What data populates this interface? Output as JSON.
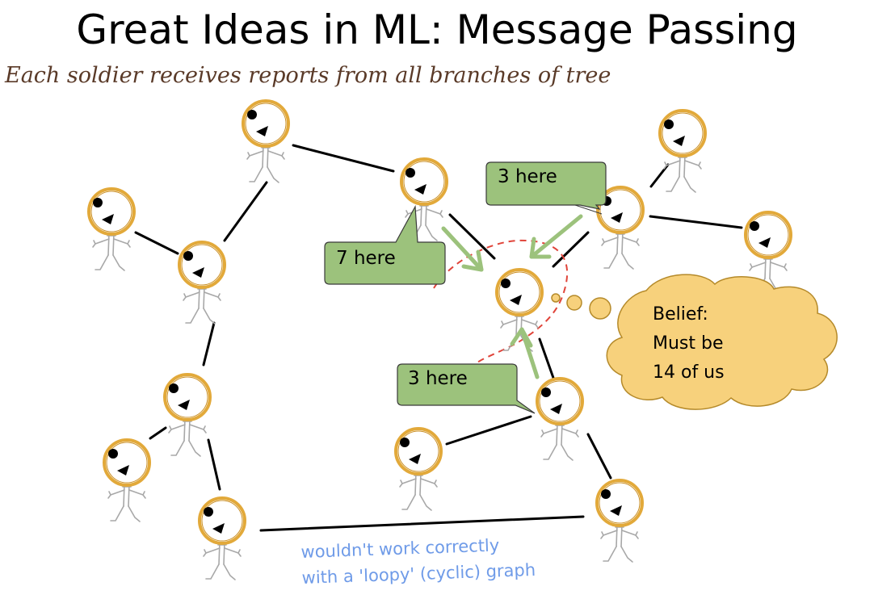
{
  "slide": {
    "title": "Great Ideas in ML: Message Passing",
    "subtitle": "Each soldier receives reports from all branches of  tree"
  },
  "bubbles": {
    "top_right": "3 here",
    "left": "7 here",
    "bottom": "3 here"
  },
  "thought": {
    "line1": "Belief:",
    "line2": "Must be",
    "line3": "14 of us"
  },
  "note": {
    "line1": "wouldn't work correctly",
    "line2": "with a 'loopy' (cyclic) graph"
  },
  "colors": {
    "head_ring": "#e2a93a",
    "bubble_fill": "#9cc27c",
    "thought_fill": "#f7d17c",
    "arrow": "#9cc27c",
    "dashed_boundary": "#e0443a",
    "note_text": "#6f9be8"
  }
}
